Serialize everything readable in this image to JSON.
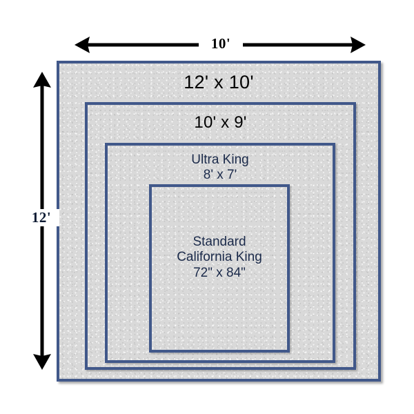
{
  "diagram": {
    "title": "Bed size comparison within room footprint",
    "background_color": "#ffffff",
    "fill_color": "#d9d9d9",
    "border_color": "#41588a",
    "black_text_color": "#000000",
    "navy_text_color": "#1b2a4a",
    "dim_navy_color": "#0d1b33"
  },
  "dimensions": {
    "horizontal": {
      "label": "10'",
      "icon": "double-headed-horizontal-arrow-icon"
    },
    "vertical": {
      "label": "12'",
      "icon": "double-headed-vertical-arrow-icon"
    }
  },
  "boxes": [
    {
      "id": "outer-room",
      "name": "outer-room-box",
      "label": "12' x 10'",
      "size_text": "12' x 10'"
    },
    {
      "id": "second-room",
      "name": "second-room-box",
      "label": "10' x 9'",
      "size_text": "10' x 9'"
    },
    {
      "id": "ultra-king",
      "name": "ultra-king-box",
      "label": "Ultra King\n8' x 7'",
      "name_text": "Ultra King",
      "size_text": "8' x 7'"
    },
    {
      "id": "standard-california-king",
      "name": "standard-california-king-box",
      "label": "Standard\nCalifornia King\n72\" x 84\"",
      "name_text": "Standard California King",
      "size_text": "72\" x 84\""
    }
  ]
}
